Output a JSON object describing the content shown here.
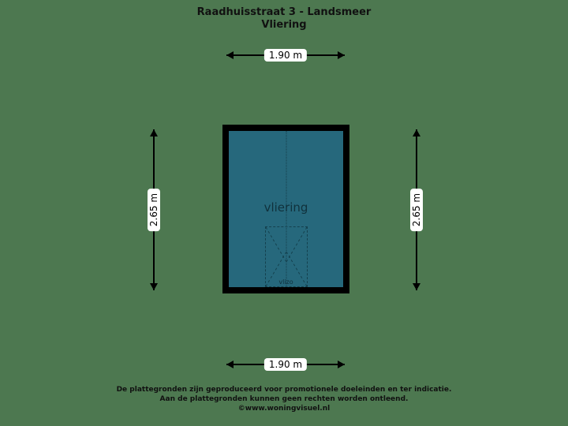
{
  "background_color": "#4d7850",
  "title": {
    "line1": "Raadhuisstraat 3 - Landsmeer",
    "line2": "Vliering"
  },
  "floorplan": {
    "wall_color": "#000000",
    "room_fill_color": "#26687c",
    "rooms": [
      {
        "label": "vliering",
        "features": [
          {
            "label": "vlizo",
            "type": "loft-hatch"
          }
        ]
      }
    ]
  },
  "dimensions": {
    "top": "1.90 m",
    "bottom": "1.90 m",
    "left": "2.65 m",
    "right": "2.65 m"
  },
  "footer": {
    "line1": "De plattegronden zijn geproduceerd voor promotionele doeleinden en ter indicatie.",
    "line2": "Aan de plattegronden kunnen geen rechten worden ontleend.",
    "line3": "©www.woningvisuel.nl"
  }
}
